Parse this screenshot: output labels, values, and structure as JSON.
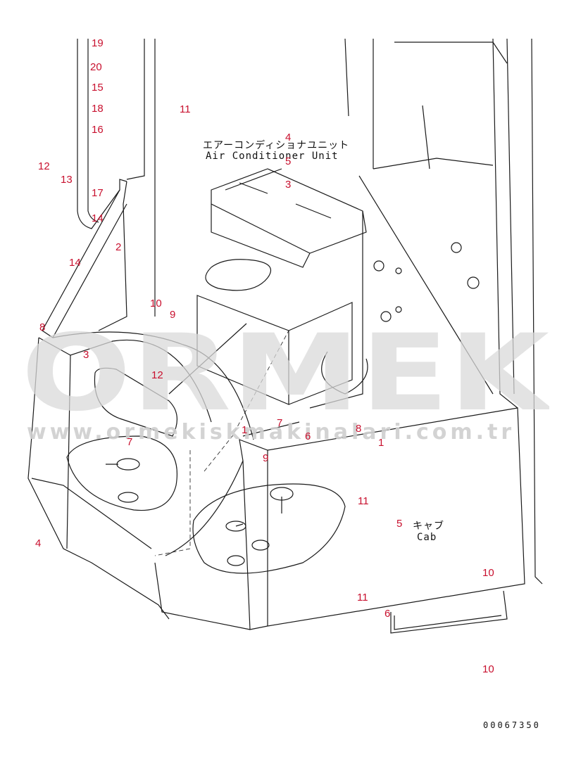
{
  "diagram": {
    "labels": {
      "ac_unit_jp": "エアーコンディショナユニット",
      "ac_unit_en": "Air Conditioner Unit",
      "cab_jp": "キャブ",
      "cab_en": "Cab"
    },
    "callouts": [
      "19",
      "20",
      "15",
      "18",
      "16",
      "11",
      "12",
      "13",
      "17",
      "14",
      "2",
      "14",
      "10",
      "9",
      "8",
      "3",
      "12",
      "4",
      "5",
      "3",
      "7",
      "1",
      "7",
      "6",
      "8",
      "1",
      "9",
      "11",
      "5",
      "4",
      "10",
      "11",
      "6",
      "10"
    ],
    "drawing_number": "00067350",
    "watermark": {
      "brand": "ORMEK",
      "url": "www.ormekiskmakinalari.com.tr"
    },
    "colors": {
      "callout": "#c8102e",
      "line": "#1a1a1a",
      "watermark": "#d9d9d9"
    }
  }
}
